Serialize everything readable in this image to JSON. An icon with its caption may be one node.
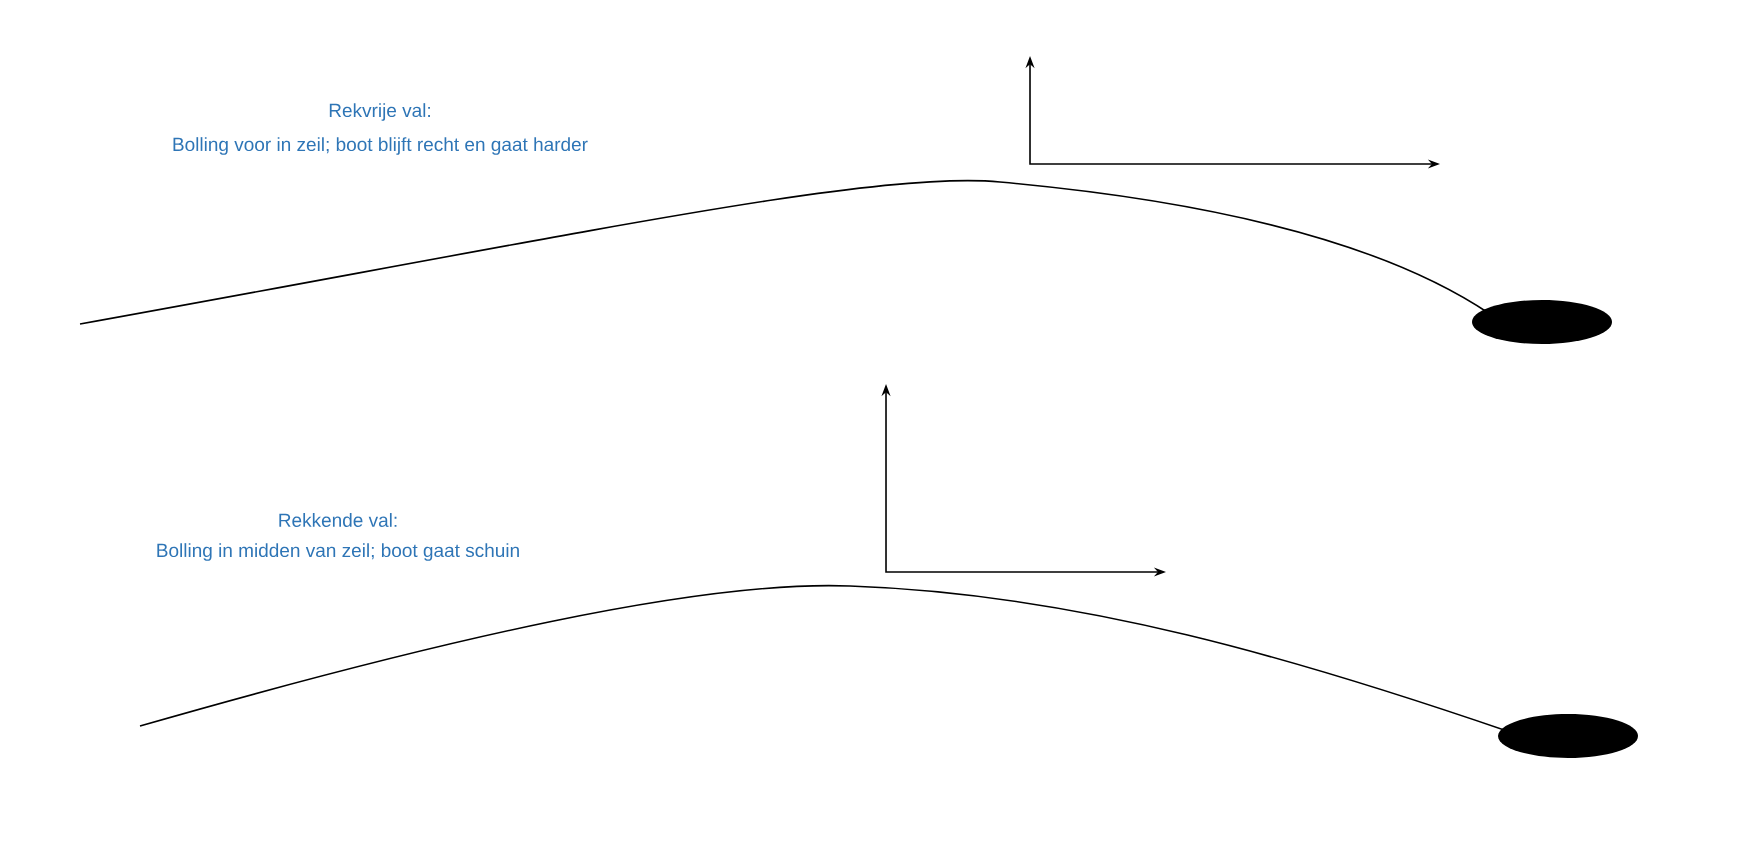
{
  "diagram": {
    "labels": [
      "Rekvrije val:",
      "Bolling voor in zeil; boot blijft recht en gaat harder",
      "Rekkende val:",
      "Bolling in midden van zeil; boot gaat schuin"
    ]
  }
}
